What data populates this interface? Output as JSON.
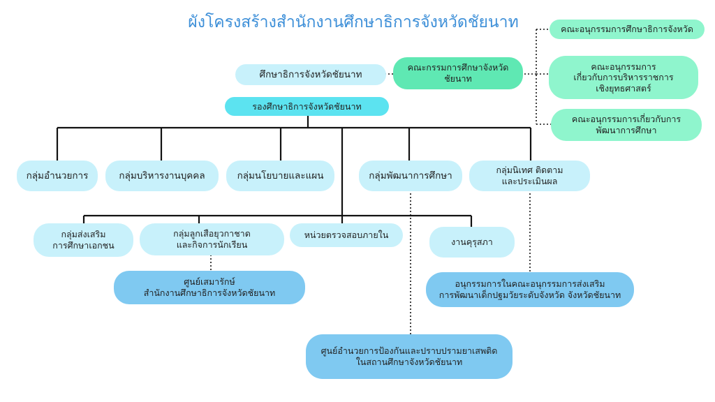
{
  "title": "ผังโครงสร้างสำนักงานศึกษาธิการจังหวัดชัยนาท",
  "nodes": {
    "director": "ศึกษาธิการจังหวัดชัยนาท",
    "committee": "คณะกรรมการศึกษาจังหวัด\nชัยนาท",
    "deputy": "รองศึกษาธิการจังหวัดชัยนาท",
    "sub_committee_education": "คณะอนุกรรมการศึกษาธิการจังหวัด",
    "sub_committee_strategy": "คณะอนุกรรมการ\nเกี่ยวกับการบริหารราชการ\nเชิงยุทธศาสตร์",
    "sub_committee_development": "คณะอนุกรรมการเกี่ยวกับการ\nพัฒนาการศึกษา",
    "group_admin": "กลุ่มอำนวยการ",
    "group_hr": "กลุ่มบริหารงานบุคคล",
    "group_policy": "กลุ่มนโยบายและแผน",
    "group_edu_dev": "กลุ่มพัฒนาการศึกษา",
    "group_monitor": "กลุ่มนิเทศ ติดตาม\nและประเมินผล",
    "group_private": "กลุ่มส่งเสริม\nการศึกษาเอกชน",
    "group_scout": "กลุ่มลูกเสือยุวกาชาด\nและกิจการนักเรียน",
    "unit_audit": "หน่วยตรวจสอบภายใน",
    "unit_teacher_council": "งานคุรุสภา",
    "center_scout": "ศูนย์เสมารักษ์\nสำนักงานศึกษาธิการจังหวัดชัยนาท",
    "sub_committee_early_child": "อนุกรรมการในคณะอนุกรรมการส่งเสริม\nการพัฒนาเด็กปฐมวัยระดับจังหวัด จังหวัดชัยนาท",
    "center_drug": "ศูนย์อำนวยการป้องกันและปราบปรามยาเสพติด\nในสถานศึกษาจังหวัดชัยนาท"
  },
  "colors": {
    "title": "#3d8fd8",
    "light_cyan": "#c8f1fb",
    "cyan": "#5ce3f0",
    "green": "#5fe8b3",
    "light_green": "#8ff5cd",
    "blue": "#7fc9f1",
    "line": "#111111"
  }
}
